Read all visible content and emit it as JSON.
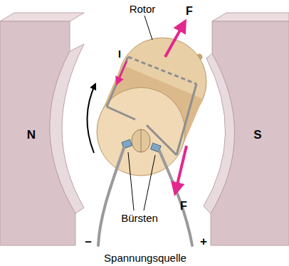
{
  "diagram": {
    "labels": [
      "Rotor",
      "F",
      "I",
      "F",
      "N",
      "S",
      "Bürsten",
      "–",
      "+",
      "Spannungsquelle"
    ]
  }
}
